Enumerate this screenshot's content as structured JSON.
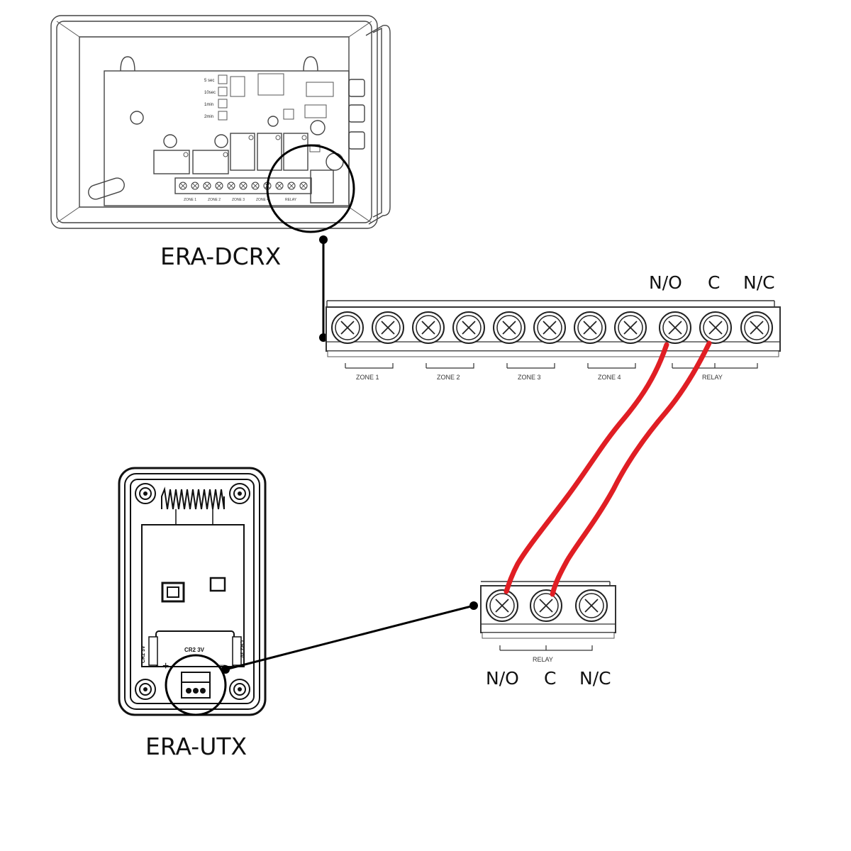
{
  "labels": {
    "receiver": "ERA-DCRX",
    "transmitter": "ERA-UTX"
  },
  "receiver_board": {
    "timer_options": [
      "5 sec",
      "10sec",
      "1min",
      "2min"
    ],
    "terminal_groups": [
      "ZONE 1",
      "ZONE 2",
      "ZONE 3",
      "ZONE 4",
      "RELAY"
    ]
  },
  "big_terminal_block": {
    "top_labels": [
      "N/O",
      "C",
      "N/C"
    ],
    "group_labels": [
      "ZONE 1",
      "ZONE 2",
      "ZONE 3",
      "ZONE 4",
      "RELAY"
    ],
    "screw_count": 11
  },
  "small_terminal_block": {
    "bottom_labels": [
      "N/O",
      "C",
      "N/C"
    ],
    "group_label": "RELAY",
    "screw_count": 3
  },
  "transmitter_device": {
    "battery_center": "CR2 3V",
    "battery_left": "CR2 3V",
    "battery_right": "CR2 3V",
    "plus": "+",
    "minus": "—"
  },
  "wires": [
    {
      "from": "N/O",
      "to": "N/O",
      "color": "#e01e24"
    },
    {
      "from": "C",
      "to": "C",
      "color": "#e01e24"
    }
  ]
}
